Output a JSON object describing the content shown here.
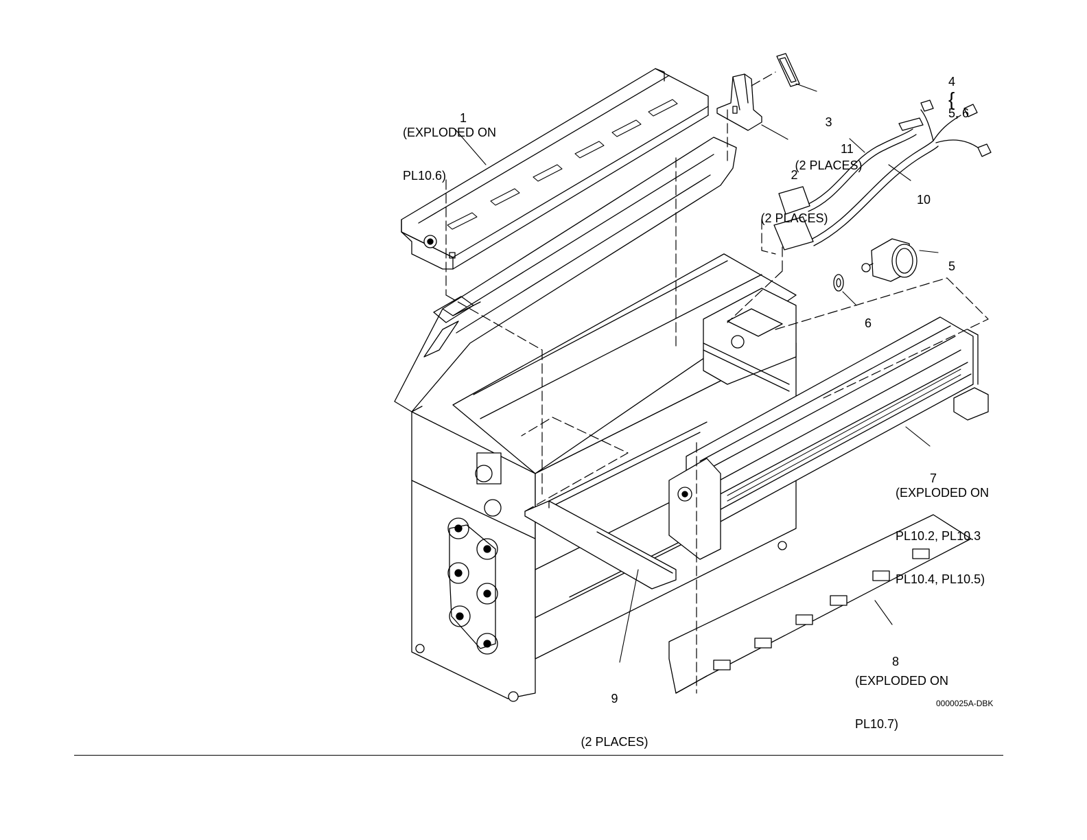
{
  "callouts": {
    "c1": {
      "num": "1",
      "line1": "(EXPLODED ON",
      "line2": "PL10.6)"
    },
    "c2": {
      "num": "2",
      "line1": "(2 PLACES)"
    },
    "c3": {
      "num": "3",
      "line1": "(2 PLACES)"
    },
    "c4": {
      "num": "4",
      "brace": "{",
      "items": "5, 6"
    },
    "c5": {
      "num": "5"
    },
    "c6": {
      "num": "6"
    },
    "c7": {
      "num": "7",
      "line1": "(EXPLODED ON",
      "line2": "PL10.2, PL10.3",
      "line3": "PL10.4, PL10.5)"
    },
    "c8": {
      "num": "8",
      "line1": "(EXPLODED ON",
      "line2": "PL10.7)"
    },
    "c9": {
      "num": "9",
      "line1": "(2 PLACES)"
    },
    "c10": {
      "num": "10"
    },
    "c11": {
      "num": "11"
    }
  },
  "figure_id": "0000025A-DBK",
  "colors": {
    "ink": "#000000",
    "paper": "#ffffff"
  }
}
